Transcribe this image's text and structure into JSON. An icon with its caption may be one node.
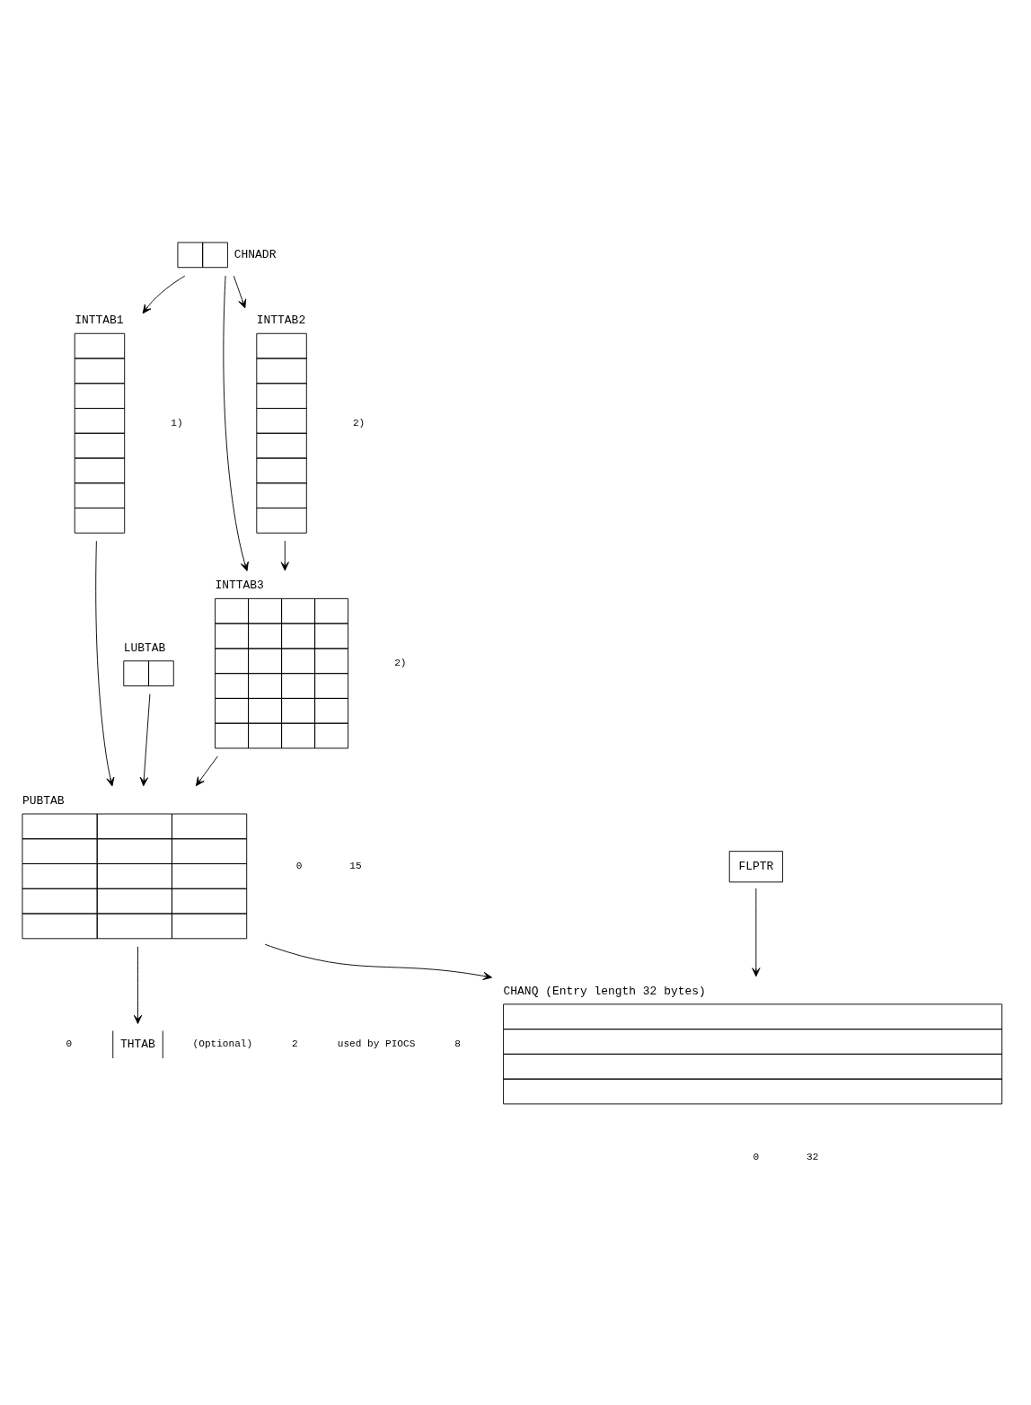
{
  "diagram": {
    "nodes": [
      {
        "text": [
          "CHNADR"
        ]
      },
      {
        "text": [
          "INTTAB1"
        ]
      },
      {
        "text": [
          "INTTAB2"
        ]
      },
      {
        "text": [
          "INTTAB3"
        ]
      },
      {
        "text": [
          "PUBTAB"
        ]
      },
      {
        "text": [
          "THTAB"
        ]
      },
      {
        "text": [
          "LUBTAB"
        ]
      },
      {
        "text": [
          "CHANQ (Entry length 32 bytes)"
        ]
      },
      {
        "text": [
          "FLPTR"
        ]
      }
    ],
    "edges": [
      {
        "from": 0,
        "to": 1,
        "arrow": "to"
      },
      {
        "from": 0,
        "to": 2,
        "arrow": "to"
      },
      {
        "from": 0,
        "to": 3,
        "arrow": "to"
      },
      {
        "from": 2,
        "to": 3,
        "arrow": "to"
      },
      {
        "from": 1,
        "to": 4,
        "arrow": "to"
      },
      {
        "from": 3,
        "to": 4,
        "arrow": "to"
      },
      {
        "from": 4,
        "to": 5,
        "arrow": "to"
      },
      {
        "from": 6,
        "to": 4,
        "arrow": "to"
      },
      {
        "from": 4,
        "to": 7,
        "arrow": "to"
      },
      {
        "from": 8,
        "to": 7,
        "arrow": "to"
      }
    ],
    "labels": [
      "1)",
      "2)",
      "2)",
      "0",
      "15",
      "(Optional)",
      "used by PIOCS",
      "0",
      "2",
      "8",
      "0",
      "32"
    ]
  }
}
